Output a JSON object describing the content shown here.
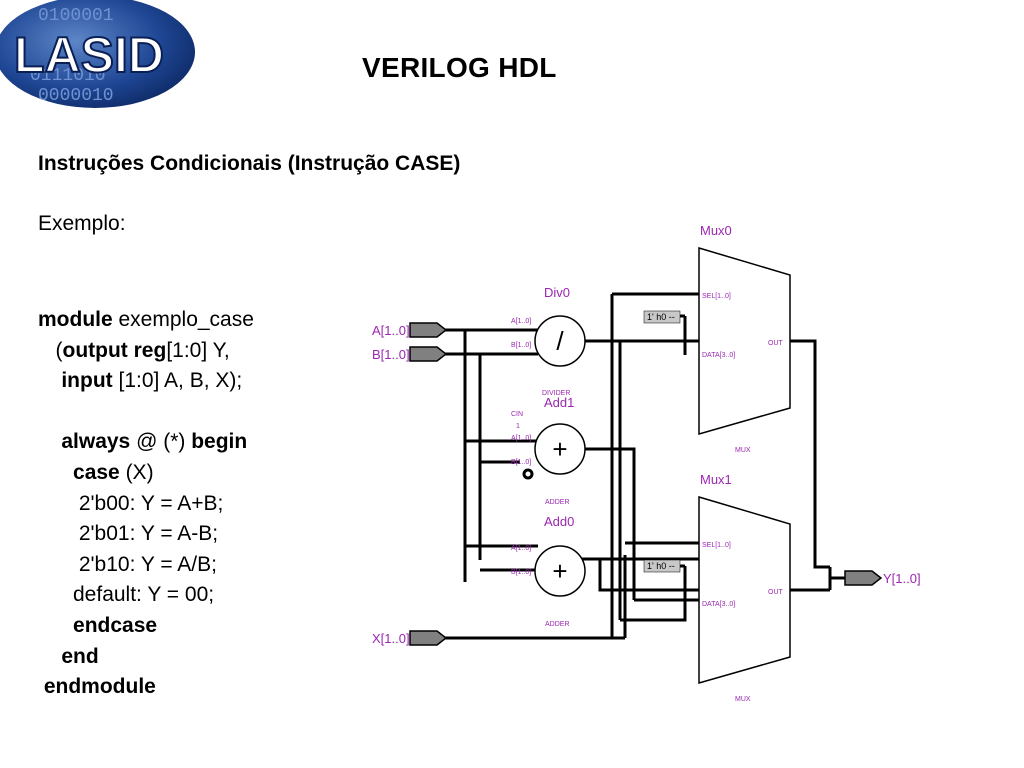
{
  "logo": {
    "text": "LASID",
    "bg_digits": [
      "0100001",
      "0111010",
      "0000010"
    ]
  },
  "header": {
    "title": "VERILOG HDL"
  },
  "section": {
    "subtitle": "Instruções Condicionais (Instrução CASE)",
    "example_label": "Exemplo:"
  },
  "code": {
    "l1_kw": "module",
    "l1_rest": " exemplo_case",
    "l2_pre": "   (",
    "l2_kw": "output reg",
    "l2_rest": "[1:0] Y,",
    "l3_pre": "    ",
    "l3_kw": "input",
    "l3_rest": " [1:0] A, B, X);",
    "l5_pre": "    ",
    "l5_kw1": "always",
    "l5_mid": " @ (*) ",
    "l5_kw2": "begin",
    "l6_pre": "      ",
    "l6_kw": "case",
    "l6_rest": " (X)",
    "l7": "       2'b00: Y = A+B;",
    "l8": "       2'b01: Y = A-B;",
    "l9": "       2'b10: Y = A/B;",
    "l10": "      default: Y = 00;",
    "l11_pre": "      ",
    "l11_kw": "endcase",
    "l12_pre": "    ",
    "l12_kw": "end",
    "l13_pre": " ",
    "l13_kw": "endmodule"
  },
  "schematic": {
    "inputs": {
      "a": "A[1..0]",
      "b": "B[1..0]",
      "x": "X[1..0]"
    },
    "output": "Y[1..0]",
    "div": {
      "name": "Div0",
      "symbol": "/",
      "type": "DIVIDER",
      "pin_a": "A[1..0]",
      "pin_b": "B[1..0]"
    },
    "add1": {
      "name": "Add1",
      "symbol": "+",
      "type": "ADDER",
      "cin": "CIN",
      "cin_val": "1",
      "pin_a": "A[1..0]",
      "pin_b": "B[1..0]"
    },
    "add0": {
      "name": "Add0",
      "symbol": "+",
      "type": "ADDER",
      "pin_a": "A[1..0]",
      "pin_b": "B[1..0]"
    },
    "mux0": {
      "name": "Mux0",
      "sel": "SEL[1..0]",
      "data": "DATA[3..0]",
      "out": "OUT",
      "type": "MUX",
      "const": "1' h0 --"
    },
    "mux1": {
      "name": "Mux1",
      "sel": "SEL[1..0]",
      "data": "DATA[3..0]",
      "out": "OUT",
      "type": "MUX",
      "const": "1' h0 --"
    },
    "colors": {
      "label": "#9b27b0",
      "wire": "#000000",
      "port": "#808080"
    }
  }
}
